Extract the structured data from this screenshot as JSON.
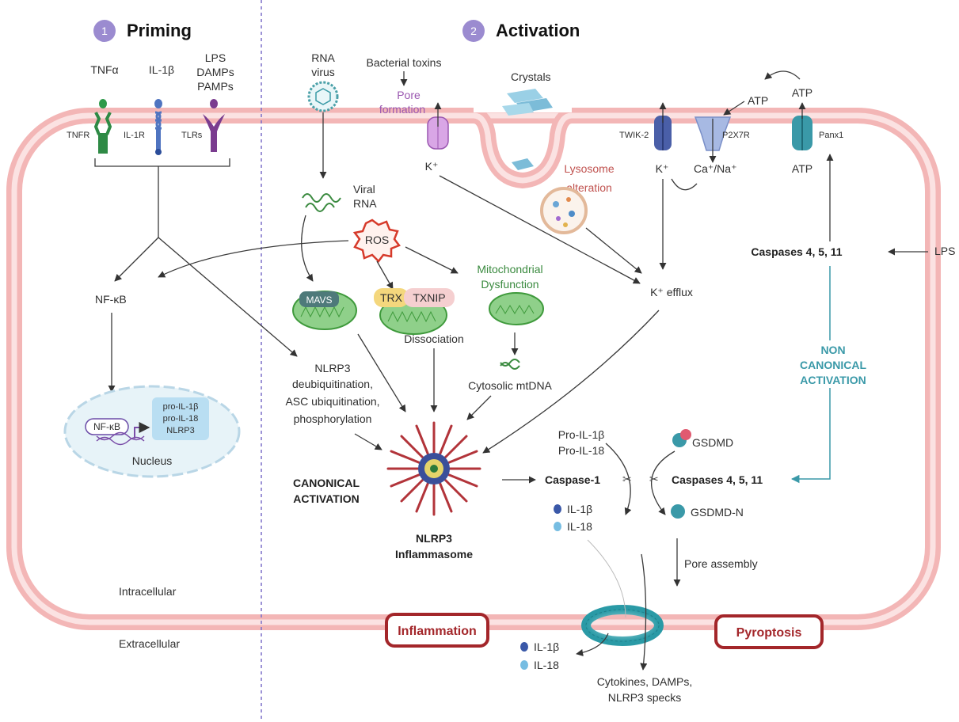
{
  "colors": {
    "membrane": "#f3b6b6",
    "membrane_dark": "#e48f92",
    "accent_teal": "#3a99a8",
    "accent_purple": "#8c6fc2",
    "box_red": "#a3262a"
  },
  "sections": {
    "priming": {
      "number": "1",
      "title": "Priming"
    },
    "activation": {
      "number": "2",
      "title": "Activation"
    }
  },
  "priming": {
    "ligands": {
      "tnfa": "TNFα",
      "il1b": "IL-1β",
      "lps": "LPS",
      "damps": "DAMPs",
      "pamps": "PAMPs"
    },
    "receptors": {
      "tnfr": "TNFR",
      "il1r": "IL-1R",
      "tlrs": "TLRs"
    },
    "nfkb": "NF-κB",
    "nucleus": {
      "nfkb": "NF-κB",
      "genes": [
        "pro-IL-1β",
        "pro-IL-18",
        "NLRP3"
      ],
      "label": "Nucleus"
    }
  },
  "regions": {
    "intracellular": "Intracellular",
    "extracellular": "Extracellular"
  },
  "activation": {
    "rna_virus": [
      "RNA",
      "virus"
    ],
    "viral_rna": [
      "Viral",
      "RNA"
    ],
    "bacterial_toxins": "Bacterial toxins",
    "pore_formation": [
      "Pore",
      "formation"
    ],
    "crystals": "Crystals",
    "lysosome": [
      "Lysosome",
      "alteration"
    ],
    "k_plus": "K⁺",
    "twik2": "TWIK-2",
    "p2x7r": "P2X7R",
    "panx1": "Panx1",
    "atp": "ATP",
    "ca_na": "Ca⁺/Na⁺",
    "ros": "ROS",
    "mavs": "MAVS",
    "trx": "TRX",
    "txnip": "TXNIP",
    "dissociation": "Dissociation",
    "mito_dysfunction": [
      "Mitochondrial",
      "Dysfunction"
    ],
    "cytosolic_mtdna": "Cytosolic mtDNA",
    "k_efflux": "K⁺ efflux",
    "ptm": [
      "NLRP3",
      "deubiquitination,",
      "ASC ubiquitination,",
      "phosphorylation"
    ],
    "canonical": [
      "CANONICAL",
      "ACTIVATION"
    ],
    "inflammasome": [
      "NLRP3",
      "Inflammasome"
    ],
    "pro_il": [
      "Pro-IL-1β",
      "Pro-IL-18"
    ],
    "caspase1": "Caspase-1",
    "il1b": "IL-1β",
    "il18": "IL-18",
    "gsdmd": "GSDMD",
    "gsdmd_n": "GSDMD-N",
    "caspases": "Caspases 4, 5, 11",
    "lps": "LPS",
    "noncanonical": [
      "NON",
      "CANONICAL",
      "ACTIVATION"
    ],
    "pore_assembly": "Pore assembly",
    "inflammation": "Inflammation",
    "pyroptosis": "Pyroptosis",
    "released": [
      "Cytokines, DAMPs,",
      "NLRP3 specks"
    ]
  }
}
